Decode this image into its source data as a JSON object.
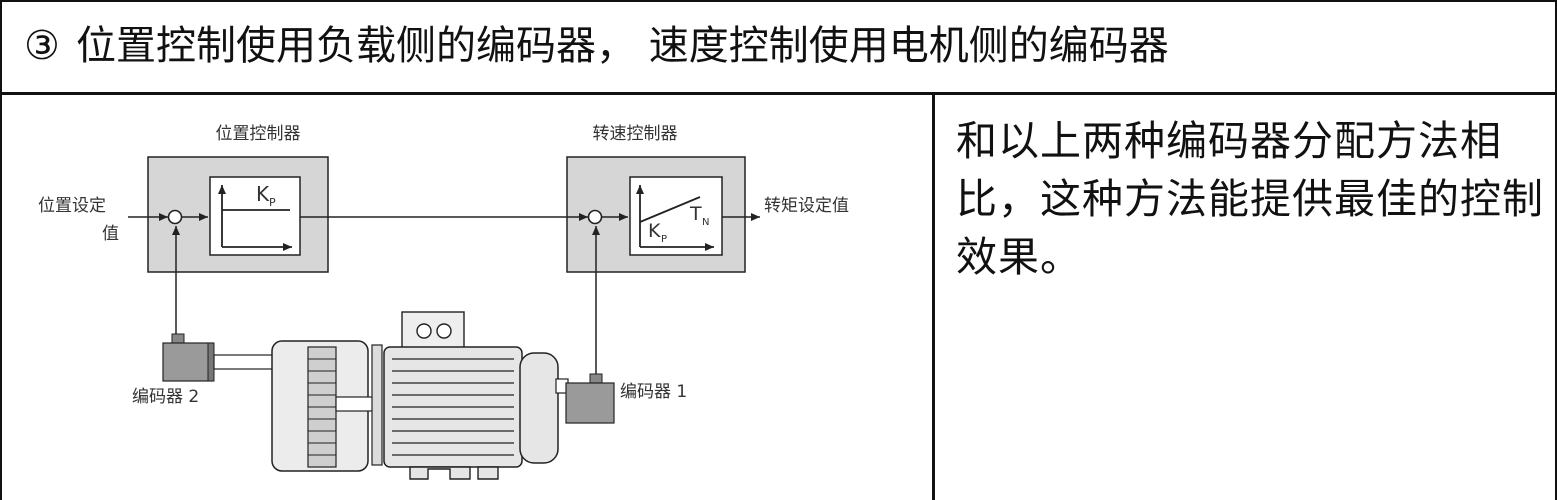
{
  "header": {
    "number": "③",
    "title": "位置控制使用负载侧的编码器， 速度控制使用电机侧的编码器"
  },
  "description": "和以上两种编码器分配方法相比，这种方法能提供最佳的控制效果。",
  "diagram": {
    "position_controller_label": "位置控制器",
    "speed_controller_label": "转速控制器",
    "position_setpoint_line1": "位置设定",
    "position_setpoint_line2": "值",
    "torque_setpoint": "转矩设定值",
    "kp_label": "K",
    "kp_sub": "P",
    "tn_label": "T",
    "tn_sub": "N",
    "encoder2_label": "编码器 2",
    "encoder1_label": "编码器 1"
  }
}
